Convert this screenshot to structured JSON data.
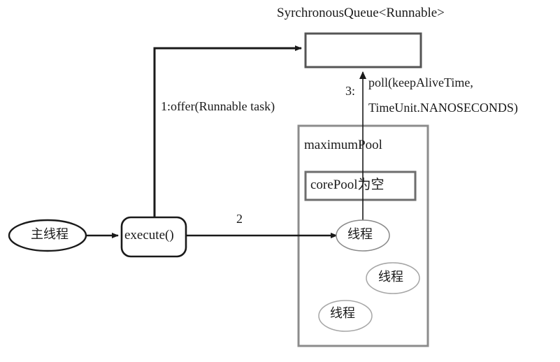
{
  "diagram": {
    "title": "SyrchronousQueue<Runnable>",
    "queue_box": {
      "name": "synchronous-queue",
      "label": ""
    },
    "steps": {
      "step1": "1:offer(Runnable task)",
      "step2": "2",
      "step3_number": "3:",
      "step3_line1": "poll(keepAliveTime,",
      "step3_line2": "TimeUnit.NANOSECONDS)"
    },
    "pool": {
      "maximum_pool": "maximumPool",
      "core_pool": "corePool为空"
    },
    "nodes": {
      "main_thread": "主线程",
      "execute": "execute()",
      "thread_1": "线程",
      "thread_2": "线程",
      "thread_3": "线程"
    },
    "colors": {
      "stroke_dark": "#1a1a1a",
      "stroke_gray": "#808080",
      "stroke_light": "#b0b0b0",
      "background": "#ffffff"
    }
  }
}
